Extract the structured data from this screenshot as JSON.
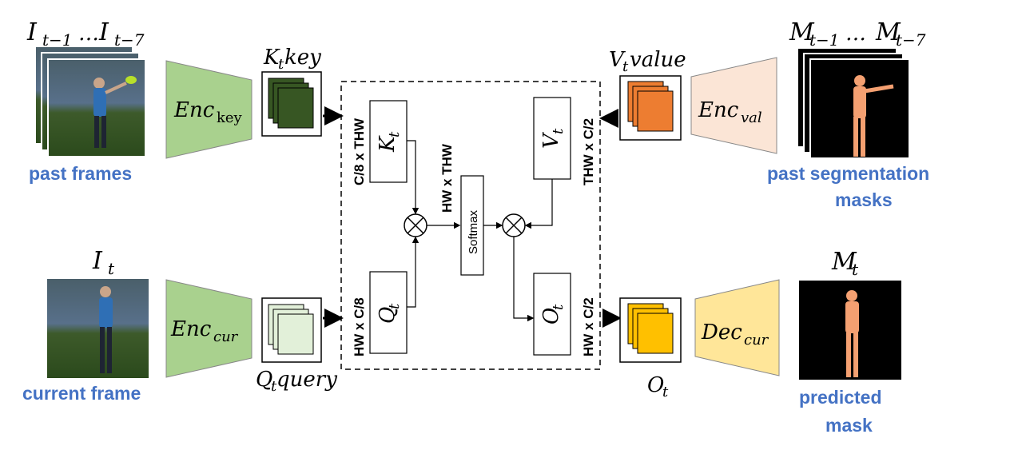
{
  "captions": {
    "past_frames": "past frames",
    "current_frame": "current frame",
    "past_masks_line1": "past segmentation",
    "past_masks_line2": "masks",
    "predicted_line1": "predicted",
    "predicted_line2": "mask",
    "softmax": "Softmax"
  },
  "math": {
    "past_frames_head": "I",
    "past_frames_sub1": "t−1",
    "past_frames_ellipsis": "…",
    "past_frames_head2": "I",
    "past_frames_sub2": "t−7",
    "current_head": "I",
    "current_sub": "t",
    "masks_head": "M",
    "masks_sub1": "t−1",
    "masks_ellipsis": "…",
    "masks_head2": "M",
    "masks_sub2": "t−7",
    "mt_head": "M",
    "mt_sub": "t",
    "key_head": "K",
    "key_sub": "t",
    "key_word": " key",
    "query_head": "Q",
    "query_sub": "t",
    "query_word": " query",
    "value_head": "V",
    "value_sub": "t",
    "value_word": " value",
    "ot_head": "O",
    "ot_sub": "t",
    "enc_key_main": "Enc",
    "enc_key_sub": "key",
    "enc_cur_main": "Enc",
    "enc_cur_sub": "cur",
    "enc_val_main": "Enc",
    "enc_val_sub": "val",
    "dec_cur_main": "Dec",
    "dec_cur_sub": "cur",
    "box_k_head": "K",
    "box_k_sub": "t",
    "box_q_head": "Q",
    "box_q_sub": "t",
    "box_v_head": "V",
    "box_v_sub": "t",
    "box_o_head": "O",
    "box_o_sub": "t"
  },
  "dims": {
    "k": "C/8 x THW",
    "q": "HW x C/8",
    "att": "HW x THW",
    "v": "THW x C/2",
    "o": "HW x C/2"
  },
  "colors": {
    "enc_green": "#a9d18e",
    "enc_val": "#fbe5d6",
    "dec_yellow": "#ffe699",
    "key_feature": "#375623",
    "query_feature": "#e2f0d9",
    "value_feature": "#ed7d31",
    "output_feature": "#ffc000",
    "caption_blue": "#4472c4",
    "mask_fg": "#f4a071"
  }
}
